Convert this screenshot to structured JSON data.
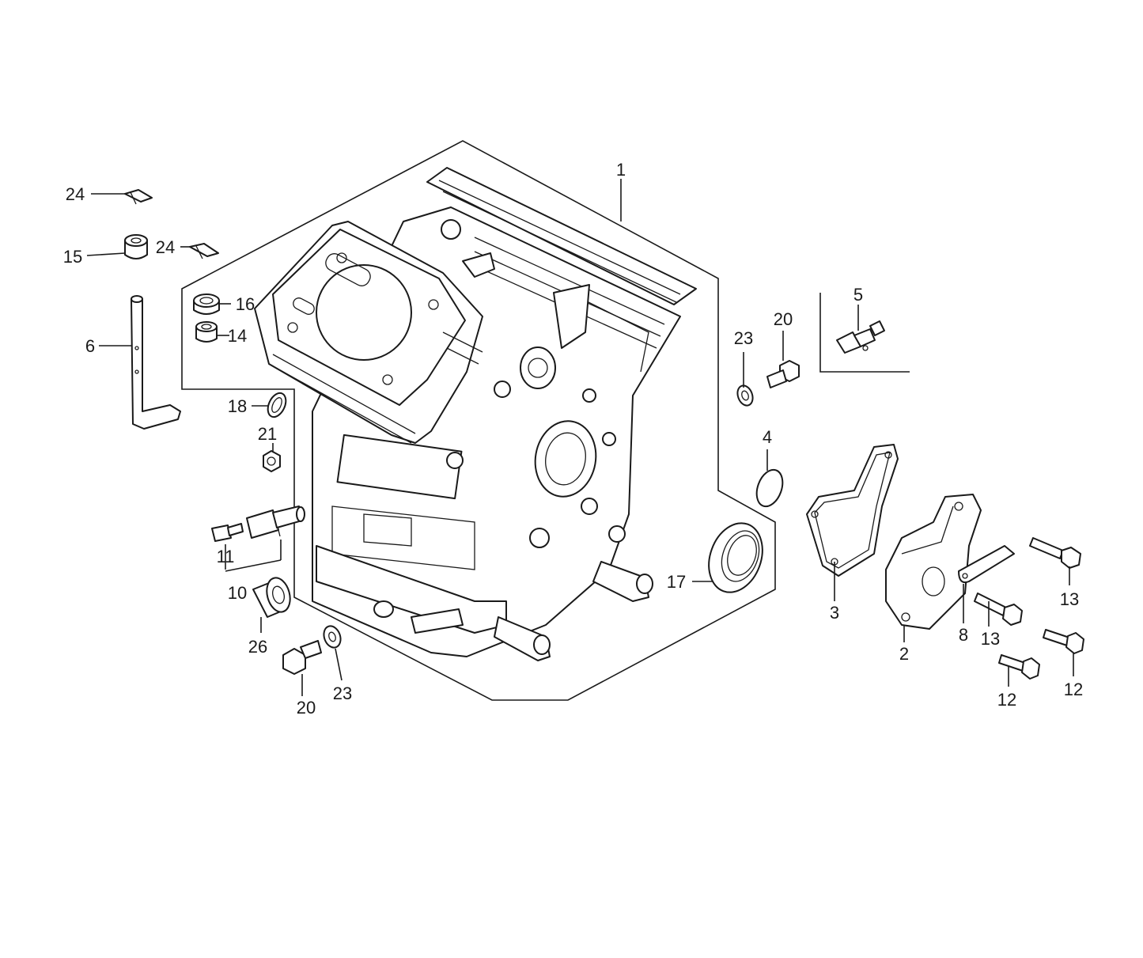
{
  "callouts": {
    "c1": "1",
    "c2": "2",
    "c3": "3",
    "c4": "4",
    "c5": "5",
    "c6": "6",
    "c8": "8",
    "c10": "10",
    "c11": "11",
    "c12a": "12",
    "c12b": "12",
    "c13a": "13",
    "c13b": "13",
    "c14": "14",
    "c15": "15",
    "c16": "16",
    "c17": "17",
    "c18": "18",
    "c20a": "20",
    "c20b": "20",
    "c21": "21",
    "c23a": "23",
    "c23b": "23",
    "c24a": "24",
    "c24b": "24",
    "c26": "26"
  }
}
